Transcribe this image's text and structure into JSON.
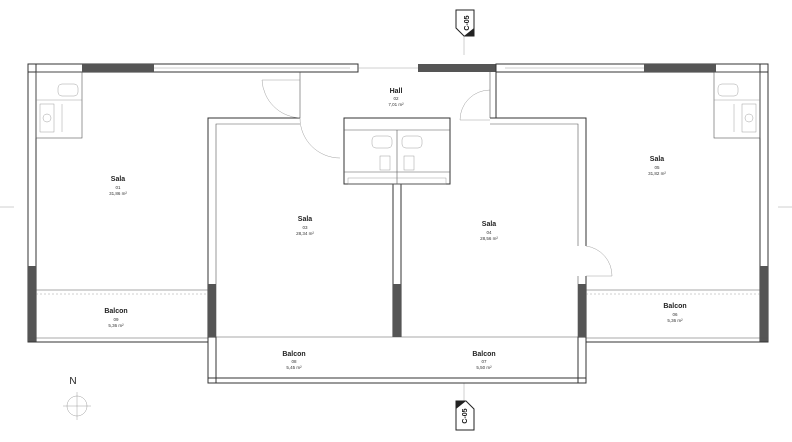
{
  "rooms": [
    {
      "id": "sala-01",
      "name": "Sala",
      "number": "01",
      "area": "31,86 m²"
    },
    {
      "id": "hall-02",
      "name": "Hall",
      "number": "02",
      "area": "7,01 m²"
    },
    {
      "id": "sala-03",
      "name": "Sala",
      "number": "03",
      "area": "28,34 m²"
    },
    {
      "id": "sala-04",
      "name": "Sala",
      "number": "04",
      "area": "28,56 m²"
    },
    {
      "id": "sala-05",
      "name": "Sala",
      "number": "05",
      "area": "31,82 m²"
    },
    {
      "id": "balcon-06",
      "name": "Balcon",
      "number": "06",
      "area": "5,36 m²"
    },
    {
      "id": "balcon-07",
      "name": "Balcon",
      "number": "07",
      "area": "5,50 m²"
    },
    {
      "id": "balcon-08",
      "name": "Balcon",
      "number": "08",
      "area": "5,45 m²"
    },
    {
      "id": "balcon-09",
      "name": "Balcon",
      "number": "09",
      "area": "5,36 m²"
    }
  ],
  "section_marker": {
    "top": "C-05",
    "bottom": "C-05"
  },
  "north": {
    "label": "N"
  }
}
